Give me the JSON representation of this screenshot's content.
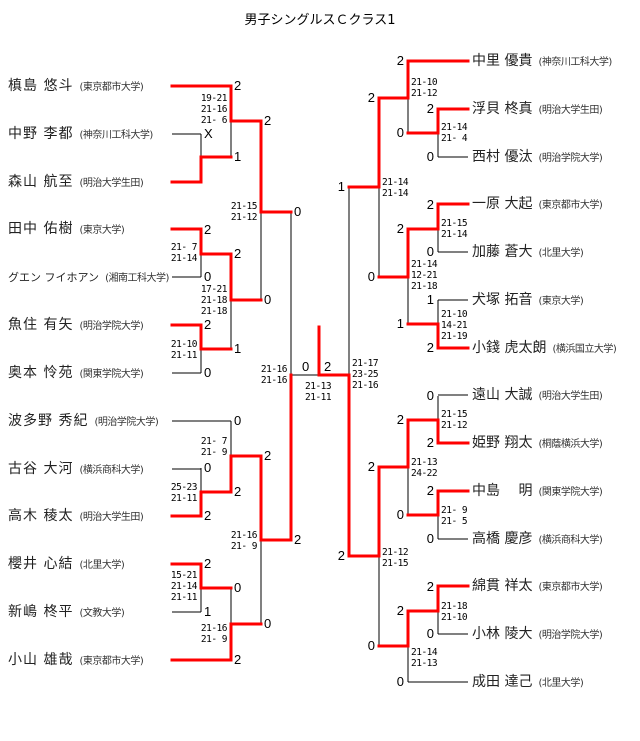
{
  "title": "男子シングルスＣクラス1",
  "left_players": [
    {
      "name": "槙島 悠斗",
      "school": "(東京都市大学)"
    },
    {
      "name": "中野 李都",
      "school": "(神奈川工科大学)"
    },
    {
      "name": "森山 航至",
      "school": "(明治大学生田)"
    },
    {
      "name": "田中 佑樹",
      "school": "(東京大学)"
    },
    {
      "name": "グエン フイホアン",
      "school": "(湘南工科大学)"
    },
    {
      "name": "魚住 有矢",
      "school": "(明治学院大学)"
    },
    {
      "name": "奥本 怜苑",
      "school": "(関東学院大学)"
    },
    {
      "name": "波多野 秀紀",
      "school": "(明治学院大学)"
    },
    {
      "name": "古谷 大河",
      "school": "(横浜商科大学)"
    },
    {
      "name": "高木 稜太",
      "school": "(明治大学生田)"
    },
    {
      "name": "櫻井 心結",
      "school": "(北里大学)"
    },
    {
      "name": "新嶋 柊平",
      "school": "(文教大学)"
    },
    {
      "name": "小山 雄哉",
      "school": "(東京都市大学)"
    }
  ],
  "right_players": [
    {
      "name": "中里 優貴",
      "school": "(神奈川工科大学)"
    },
    {
      "name": "浮貝 柊真",
      "school": "(明治大学生田)"
    },
    {
      "name": "西村 優汰",
      "school": "(明治学院大学)"
    },
    {
      "name": "一原 大起",
      "school": "(東京都市大学)"
    },
    {
      "name": "加藤 蒼大",
      "school": "(北里大学)"
    },
    {
      "name": "犬塚 拓音",
      "school": "(東京大学)"
    },
    {
      "name": "小錢 虎太朗",
      "school": "(横浜国立大学)"
    },
    {
      "name": "遠山 大誠",
      "school": "(明治大学生田)"
    },
    {
      "name": "姫野 翔太",
      "school": "(桐蔭横浜大学)"
    },
    {
      "name": "中島 　明",
      "school": "(関東学院大学)"
    },
    {
      "name": "高橋 慶彦",
      "school": "(横浜商科大学)"
    },
    {
      "name": "綿貫 祥太",
      "school": "(東京都市大学)"
    },
    {
      "name": "小林 陵大",
      "school": "(明治学院大学)"
    },
    {
      "name": "成田 達己",
      "school": "(北里大学)"
    }
  ],
  "left_results": [
    "2",
    "X",
    "1",
    "2",
    "2",
    "0",
    "2",
    "2",
    "0",
    "1",
    "0",
    "0",
    "0",
    "0",
    "2",
    "2",
    "2",
    "2",
    "1",
    "0",
    "2",
    "0",
    "2"
  ],
  "center_results": [
    "0",
    "2"
  ],
  "right_results": [
    "2",
    "2",
    "0",
    "0",
    "2",
    "2",
    "0",
    "2",
    "1",
    "2",
    "1",
    "0",
    "1",
    "0",
    "2",
    "2",
    "2",
    "0",
    "0",
    "2",
    "2",
    "0",
    "2",
    "0",
    "0",
    "2"
  ],
  "left_sets": [
    "19-21\n21-16\n21- 6",
    "21- 7\n21-14",
    "17-21\n21-18\n21-18",
    "21-10\n21-11",
    "21-15\n21-12",
    "21- 7\n21- 9",
    "25-23\n21-11",
    "15-21\n21-14\n21-11",
    "21-16\n21- 9",
    "21-16\n21- 9",
    "21-16\n21-16"
  ],
  "center_sets": [
    "21-13\n21-11"
  ],
  "right_sets": [
    "21-10\n21-12",
    "21-14\n21- 4",
    "21-14\n21-14",
    "21-15\n21-14",
    "21-14\n12-21\n21-18",
    "21-10\n14-21\n21-19",
    "21-17\n23-25\n21-16",
    "21-15\n21-12",
    "21-13\n24-22",
    "21- 9\n21- 5",
    "21-12\n21-15",
    "21-18\n21-10",
    "21-14\n21-13"
  ],
  "colors": {
    "winner_line": "#ff0000",
    "loser_line": "#000000"
  }
}
